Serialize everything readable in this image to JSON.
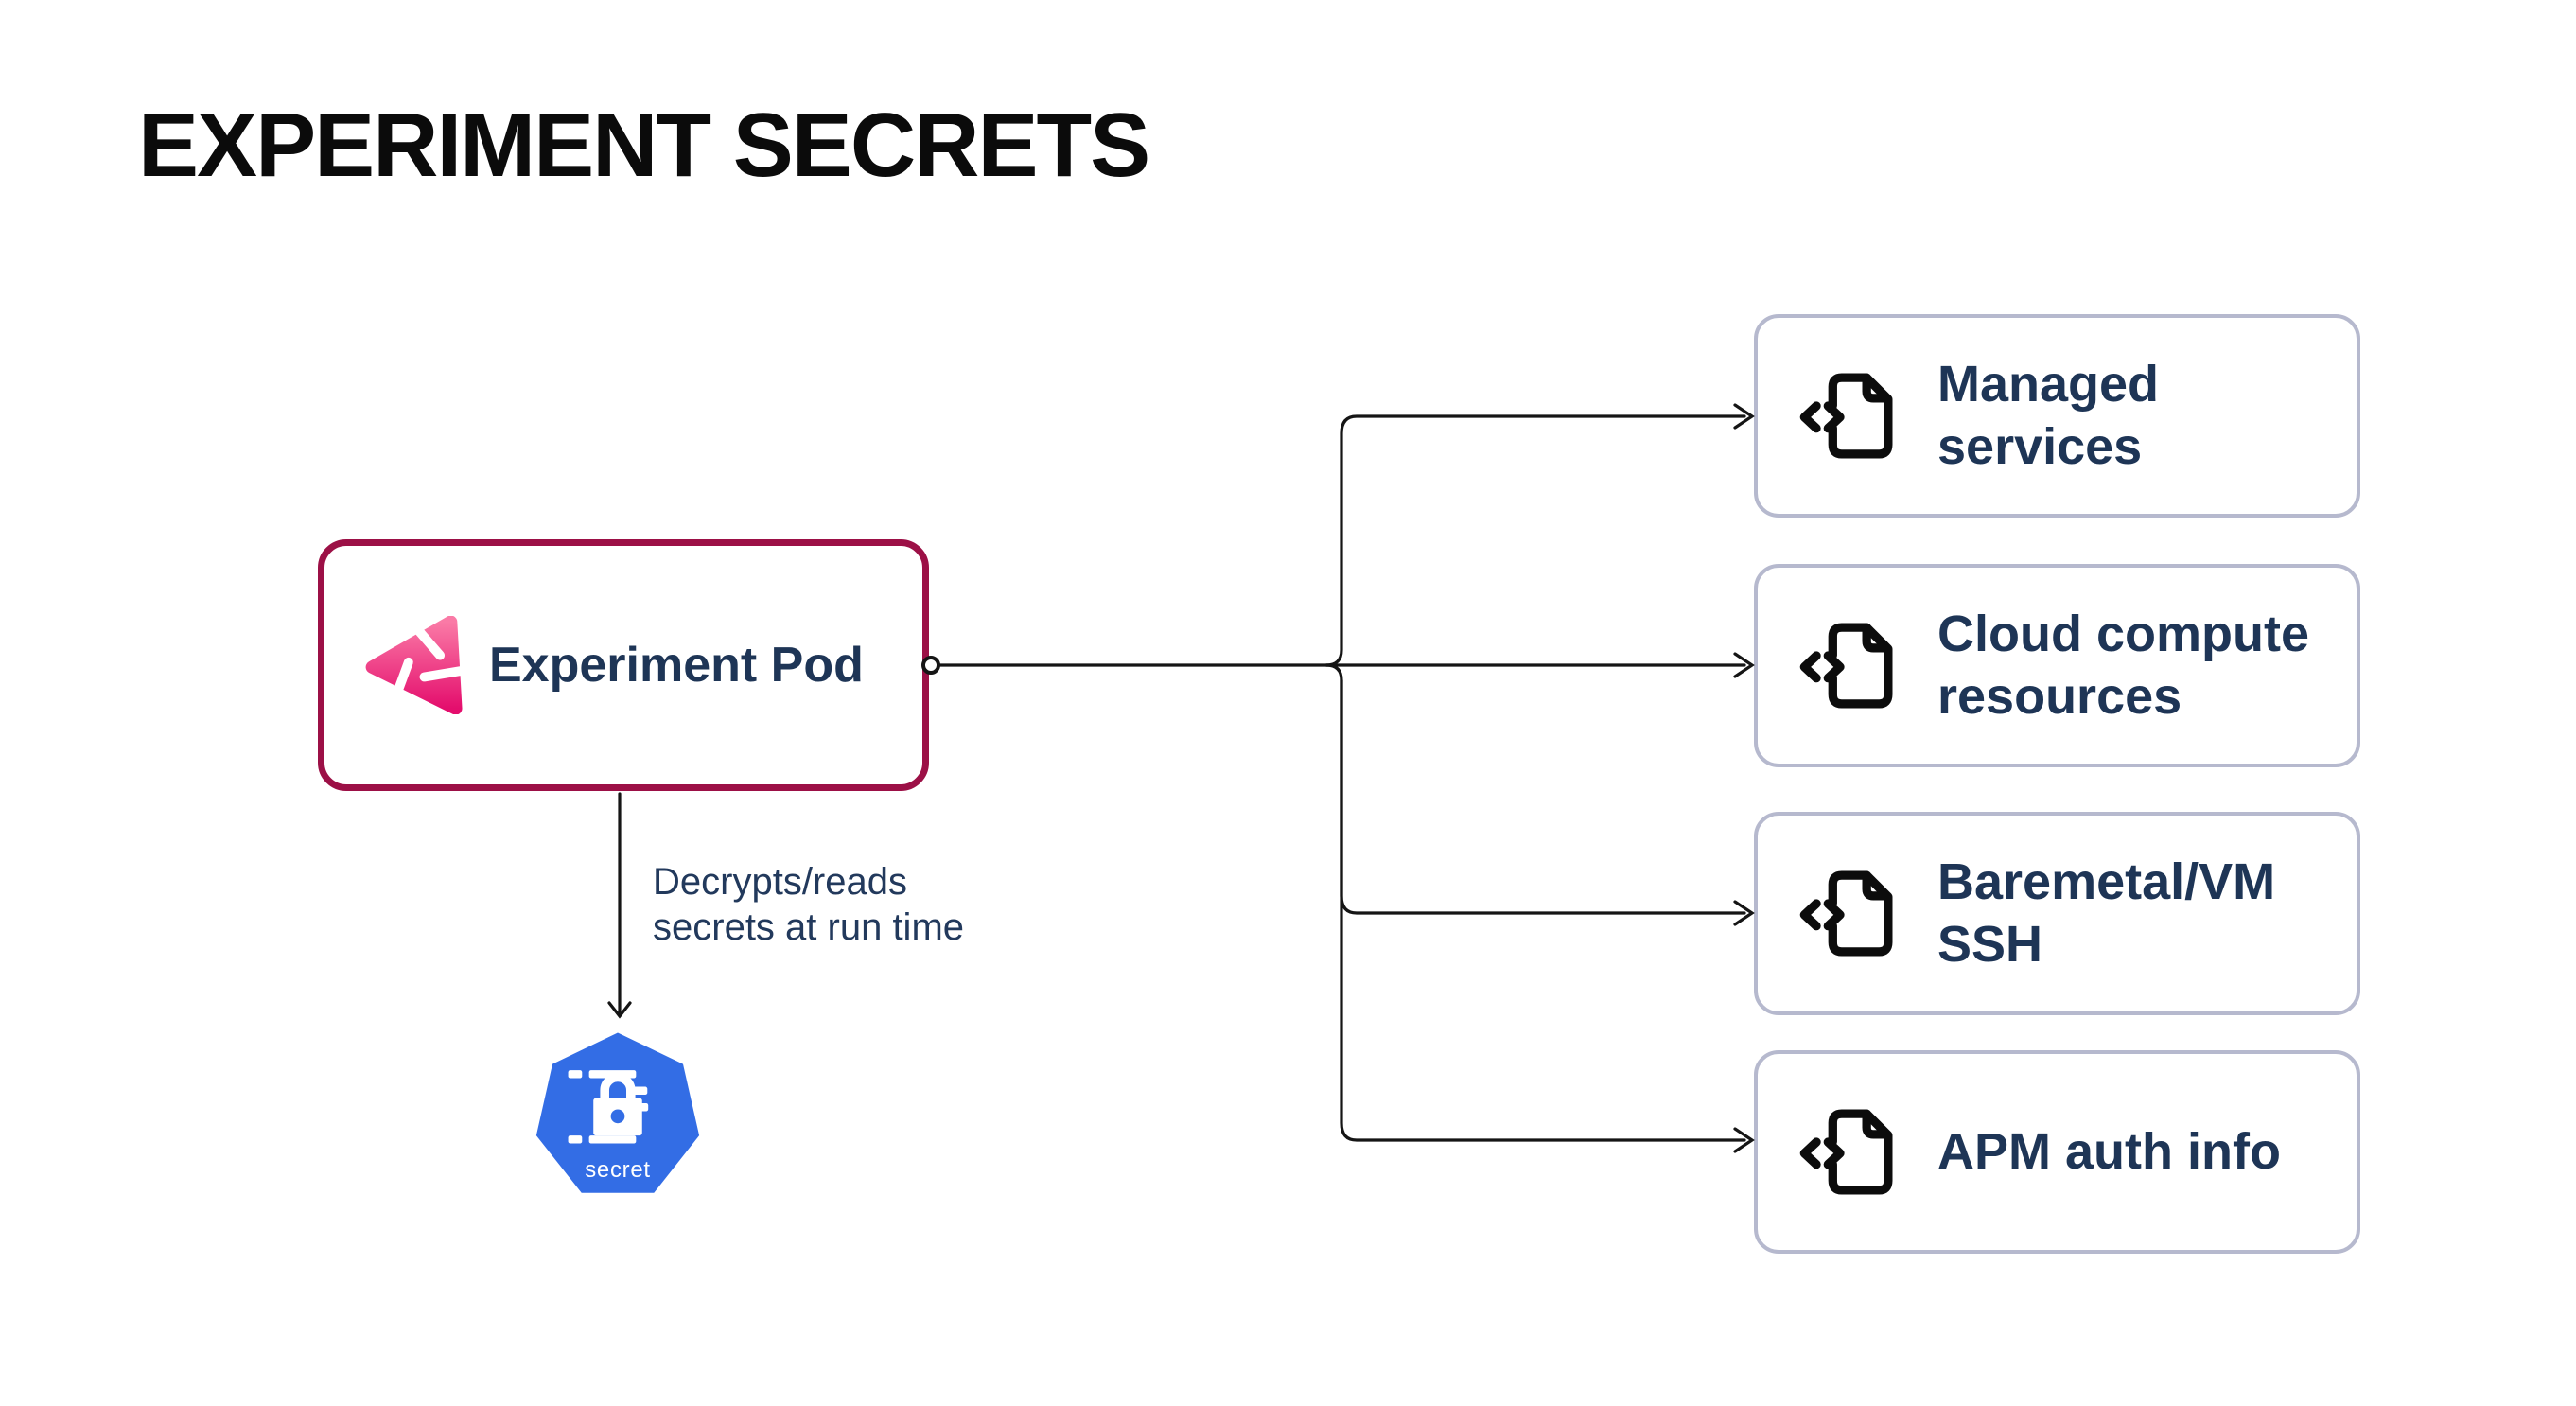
{
  "title": "EXPERIMENT SECRETS",
  "pod": {
    "label": "Experiment Pod"
  },
  "flow_annotation": {
    "line1": "Decrypts/reads",
    "line2": "secrets at run time"
  },
  "secret_node": {
    "label": "secret"
  },
  "targets": [
    {
      "label": "Managed services"
    },
    {
      "label": "Cloud compute resources"
    },
    {
      "label": "Baremetal/VM SSH"
    },
    {
      "label": "APM auth info"
    }
  ],
  "icons": {
    "pod": "litmuschaos-logo-icon",
    "targets": "file-code-icon",
    "secret": "kubernetes-secret-heptagon-icon"
  },
  "colors": {
    "pod_border": "#9c1046",
    "target_border": "#b6b9ce",
    "label_text": "#1e3556",
    "annotation_text": "#22395c",
    "secret_blue": "#336de5",
    "connector_line": "#151515",
    "logo_pink_light": "#fa7aa6",
    "logo_pink_dark": "#e40e6d",
    "title_text": "#0b0b0b"
  }
}
